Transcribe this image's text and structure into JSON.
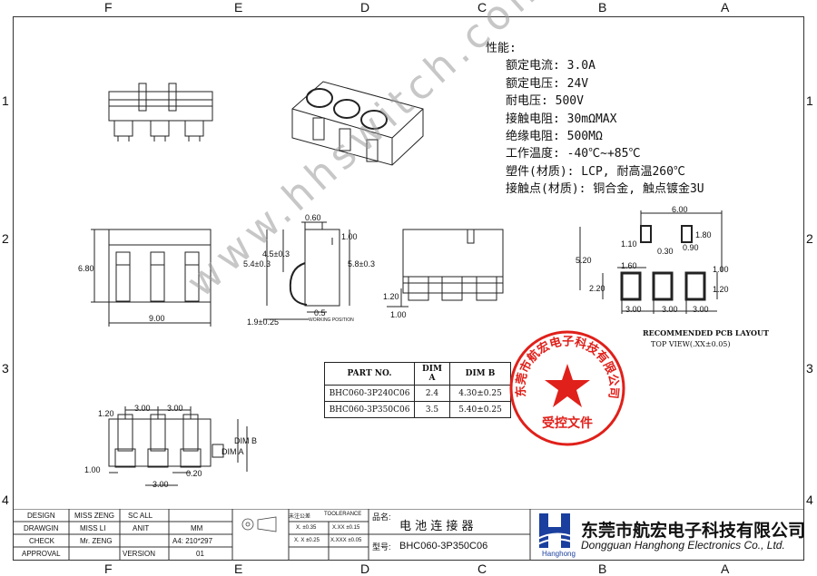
{
  "zones": {
    "letters": [
      "F",
      "E",
      "D",
      "C",
      "B",
      "A"
    ],
    "numbers": [
      "1",
      "2",
      "3",
      "4"
    ]
  },
  "specs": {
    "heading": "性能:",
    "lines": [
      "额定电流: 3.0A",
      "额定电压: 24V",
      "耐电压: 500V",
      "接触电阻: 30mΩMAX",
      "绝缘电阻: 500MΩ",
      "工作温度: -40℃~+85℃",
      "塑件(材质): LCP, 耐高温260℃",
      "接触点(材质): 铜合金, 触点镀金3U"
    ]
  },
  "dimensions": {
    "front_width": "9.00",
    "front_height": "6.80",
    "side_top": "0.60",
    "side_h1": "4.5±0.3",
    "side_h2": "5.4±0.3",
    "side_right": "5.8±0.3",
    "side_one": "1.00",
    "side_bottom": "1.9±0.25",
    "side_half": "0.5",
    "side_note": "WORKING POSITION",
    "rear_left": "1.20",
    "rear_bottom": "1.00",
    "pcb_top": "6.00",
    "pcb_a": "1.10",
    "pcb_b": "1.80",
    "pcb_c": "0.30",
    "pcb_d": "0.90",
    "pcb_e": "5.20",
    "pcb_f": "1.60",
    "pcb_g": "2.20",
    "pcb_h": "1.00",
    "pcb_i": "1.20",
    "pcb_j": "3.00",
    "pcb_k": "3.00",
    "pcb_l": "3.00",
    "bot_a": "3.00",
    "bot_b": "3.00",
    "bot_c": "1.20",
    "bot_d": "DIM B",
    "bot_e": "DIM A",
    "bot_f": "1.00",
    "bot_g": "0.20",
    "bot_h": "3.00"
  },
  "pcb_layout": {
    "title": "RECOMMENDED PCB LAYOUT",
    "subtitle": "TOP VIEW(.XX±0.05)"
  },
  "part_table": {
    "headers": [
      "PART NO.",
      "DIM A",
      "DIM B"
    ],
    "rows": [
      [
        "BHC060-3P240C06",
        "2.4",
        "4.30±0.25"
      ],
      [
        "BHC060-3P350C06",
        "3.5",
        "5.40±0.25"
      ]
    ]
  },
  "stamp": {
    "ring_text": "东莞市航宏电子科技有限公司",
    "center_text": "受控文件",
    "color": "#e0201a"
  },
  "watermark": "www.hhswitch.com",
  "title_block": {
    "labels": [
      "DESIGN",
      "DRAWGIN",
      "CHECK",
      "APPROVAL"
    ],
    "names": [
      "MISS ZENG",
      "MISS LI",
      "Mr. ZENG",
      ""
    ],
    "scale_label": "SC ALL",
    "unit_label": "ANIT",
    "unit_value": "MM",
    "paper_label": "A4: 210*297",
    "version_label": "VERSION",
    "version_value": "01",
    "tol_header_a": "未注公差",
    "tol_header_b": "TOOLERANCE",
    "tol_1": "X. ±0.35",
    "tol_2": "X.XX ±0.15",
    "tol_3": "X. X ±0.25",
    "tol_4": "X.XXX ±0.05",
    "product_label": "品名:",
    "product_name": "电 池 连 接 器",
    "model_label": "型号:",
    "model_name": "BHC060-3P350C06"
  },
  "company": {
    "name_cn": "东莞市航宏电子科技有限公司",
    "name_en": "Dongguan Hanghong Electronics Co., Ltd.",
    "logo_text": "Hanghong",
    "logo_color": "#1a3f9e"
  }
}
